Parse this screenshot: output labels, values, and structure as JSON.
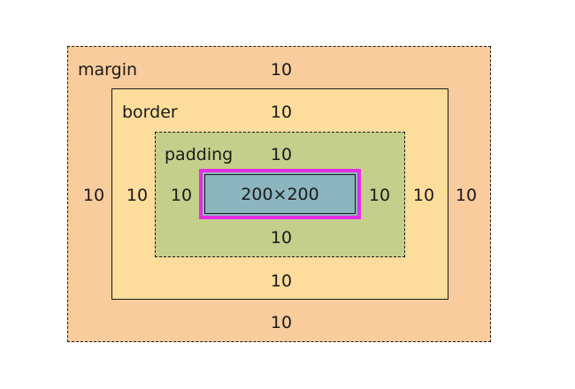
{
  "box_model": {
    "margin": {
      "label": "margin",
      "top": "10",
      "right": "10",
      "bottom": "10",
      "left": "10"
    },
    "border": {
      "label": "border",
      "top": "10",
      "right": "10",
      "bottom": "10",
      "left": "10"
    },
    "padding": {
      "label": "padding",
      "top": "10",
      "right": "10",
      "bottom": "10",
      "left": "10"
    },
    "content": {
      "size": "200×200"
    }
  },
  "colors": {
    "margin": "#f9cc9d",
    "border": "#fcdd9b",
    "padding": "#c3cf8b",
    "content": "#8cb5be",
    "content_highlight": "#e52ee5"
  }
}
